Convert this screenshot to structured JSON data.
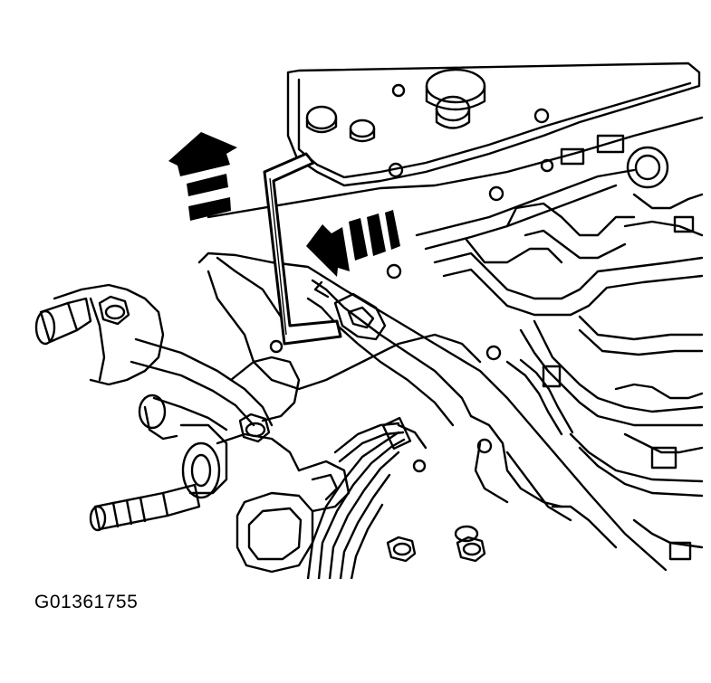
{
  "figure": {
    "id_label": "G01361755",
    "ink_color": "#000000",
    "paper_color": "#ffffff",
    "parts": [
      "transmission-case-outline",
      "valve-body-fluid-passages",
      "l-shaped-tool",
      "lift-direction-arrow",
      "insertion-direction-arrow",
      "harness-connector",
      "wiring-bundle",
      "mounting-bolts",
      "threaded-stud"
    ]
  }
}
